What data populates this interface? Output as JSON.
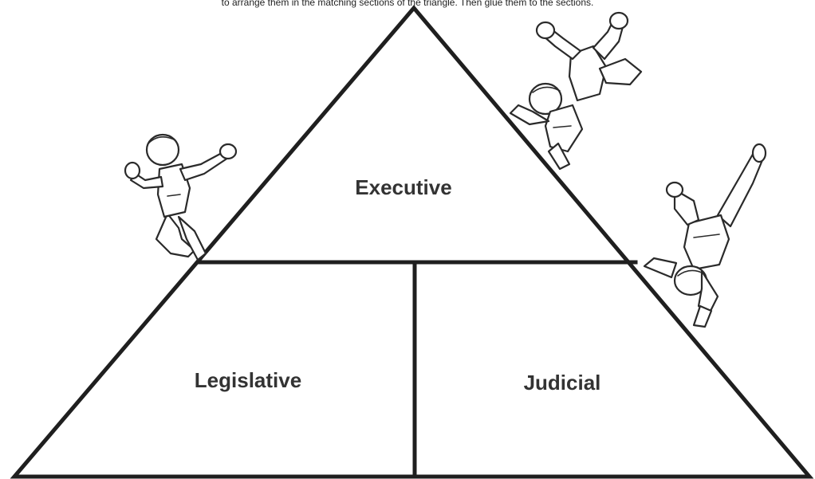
{
  "instruction": "to arrange them in the matching sections of the triangle. Then glue them to the sections.",
  "diagram": {
    "top_section": "Executive",
    "bottom_left_section": "Legislative",
    "bottom_right_section": "Judicial"
  },
  "colors": {
    "line": "#1f1f1f",
    "label": "#333333",
    "background": "#ffffff"
  },
  "figures": [
    "climbing-figure-left-icon",
    "climbing-figure-top-right-icon",
    "tumbling-figure-right-icon"
  ]
}
